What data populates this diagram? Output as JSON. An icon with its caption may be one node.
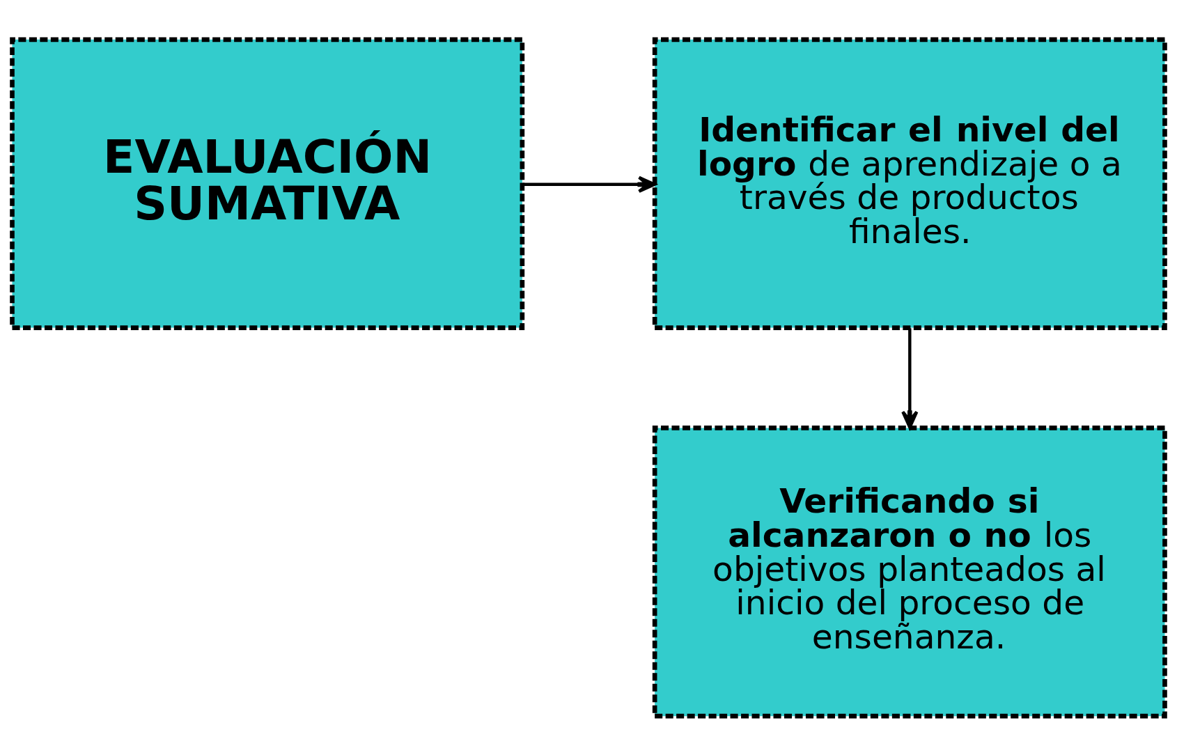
{
  "diagram": {
    "nodes": [
      {
        "text": [
          "**EVALUACIÓN SUMATIVA**"
        ]
      },
      {
        "text": [
          "**Identificar el nivel del logro** de aprendizaje o a través de productos finales."
        ]
      },
      {
        "text": [
          "**Verificando si alcanzaron o no** los objetivos planteados al inicio del proceso de enseñanza."
        ]
      }
    ],
    "edges": [
      {
        "from": 0,
        "to": 1,
        "arrow": "to"
      },
      {
        "from": 1,
        "to": 2,
        "arrow": "to"
      }
    ]
  }
}
